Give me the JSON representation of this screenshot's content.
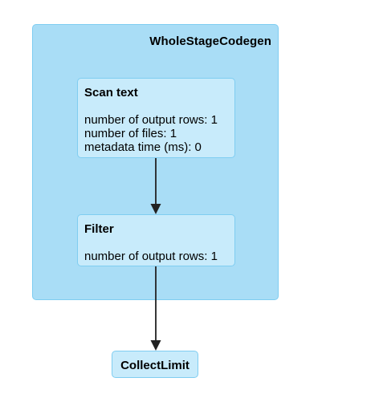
{
  "cluster": {
    "title": "WholeStageCodegen"
  },
  "nodes": {
    "scan": {
      "title": "Scan text",
      "metrics": [
        "number of output rows: 1",
        "number of files: 1",
        "metadata time (ms): 0"
      ]
    },
    "filter": {
      "title": "Filter",
      "metrics": [
        "number of output rows: 1"
      ]
    },
    "collect": {
      "title": "CollectLimit"
    }
  },
  "colors": {
    "cluster_fill": "#a9ddf6",
    "node_fill": "#c8ebfb",
    "border": "#7fcdf1",
    "edge": "#222222"
  }
}
